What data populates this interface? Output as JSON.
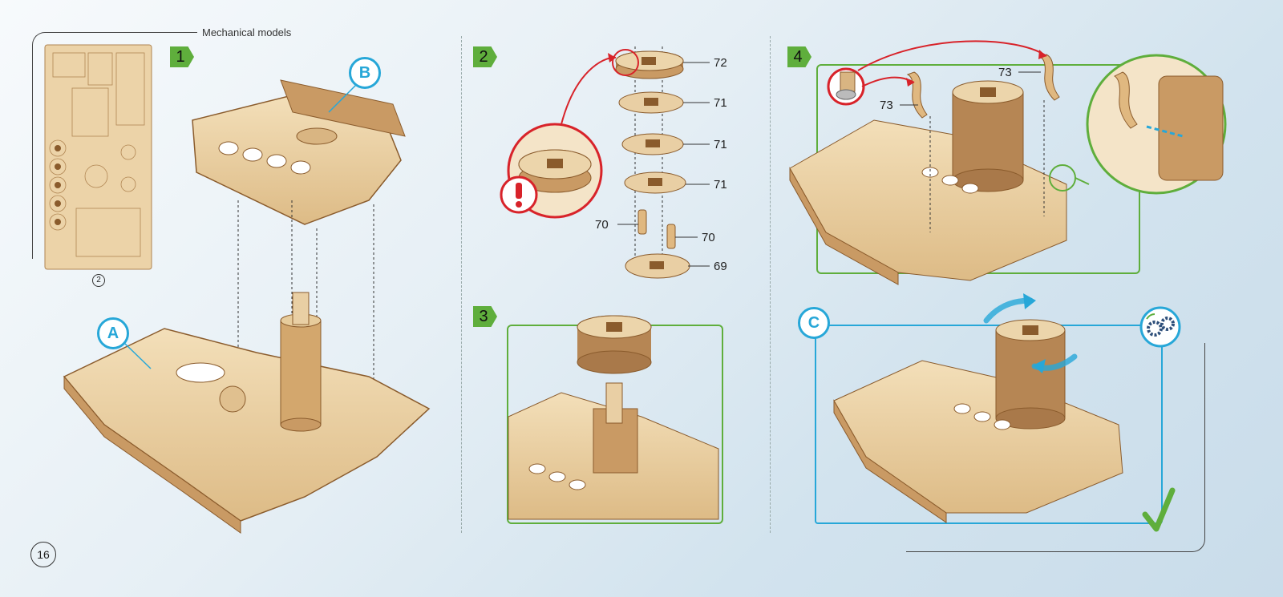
{
  "header": {
    "title": "Mechanical models"
  },
  "page": {
    "number": "16"
  },
  "sheet": {
    "number": "2"
  },
  "steps": [
    {
      "label": "1"
    },
    {
      "label": "2"
    },
    {
      "label": "3"
    },
    {
      "label": "4"
    }
  ],
  "callouts": {
    "a": "A",
    "b": "B",
    "c": "C"
  },
  "parts": {
    "p72": "72",
    "p71a": "71",
    "p71b": "71",
    "p71c": "71",
    "p70a": "70",
    "p70b": "70",
    "p69": "69",
    "p73a": "73",
    "p73b": "73"
  },
  "colors": {
    "wood": "#e9cfa4",
    "wood_dark": "#b68654",
    "accent_green": "#5fae3c",
    "accent_blue": "#27a7d8",
    "accent_red": "#d8232a"
  },
  "icons": [
    "warning-icon",
    "gears-icon",
    "checkmark-icon",
    "glue-icon"
  ]
}
